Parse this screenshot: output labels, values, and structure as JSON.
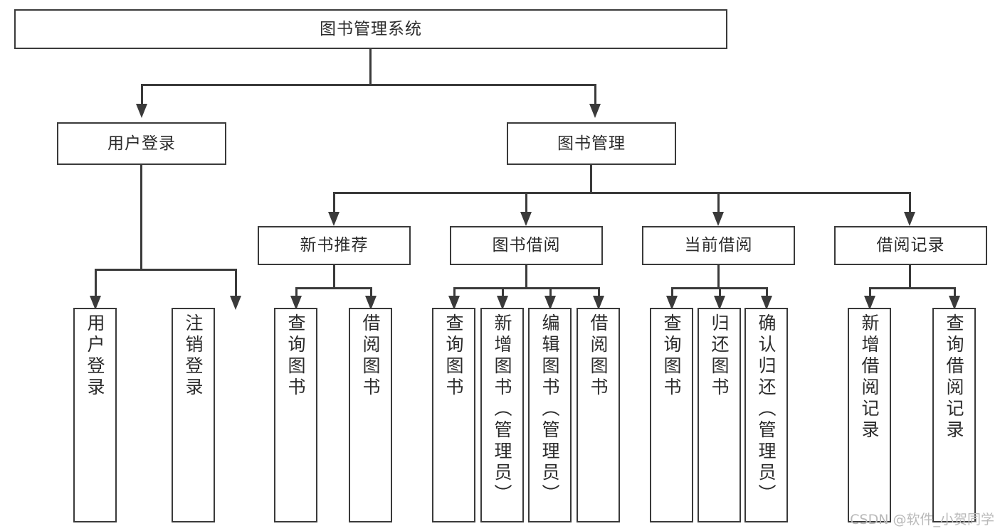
{
  "diagram": {
    "title": "图书管理系统",
    "type": "function-structure-tree",
    "watermark": "CSDN @软件_小贺同学",
    "colors": {
      "stroke": "#3a3a3a",
      "fill": "#ffffff",
      "text": "#2b2b2b",
      "watermark": "#b9b9b9"
    },
    "levels": {
      "root": {
        "label": "图书管理系统"
      },
      "level2": [
        {
          "label": "用户登录"
        },
        {
          "label": "图书管理"
        }
      ],
      "level3": [
        {
          "label": "新书推荐"
        },
        {
          "label": "图书借阅"
        },
        {
          "label": "当前借阅"
        },
        {
          "label": "借阅记录"
        }
      ],
      "leaves": {
        "user_login": [
          {
            "label": "用户登录"
          },
          {
            "label": "注销登录"
          }
        ],
        "new_book_recommend": [
          {
            "label": "查询图书"
          },
          {
            "label": "借阅图书"
          }
        ],
        "book_borrow": [
          {
            "label": "查询图书"
          },
          {
            "label": "新增图书（管理员）"
          },
          {
            "label": "编辑图书（管理员）"
          },
          {
            "label": "借阅图书"
          }
        ],
        "current_borrow": [
          {
            "label": "查询图书"
          },
          {
            "label": "归还图书"
          },
          {
            "label": "确认归还（管理员）"
          }
        ],
        "borrow_record": [
          {
            "label": "新增借阅记录"
          },
          {
            "label": "查询借阅记录"
          }
        ]
      }
    }
  }
}
